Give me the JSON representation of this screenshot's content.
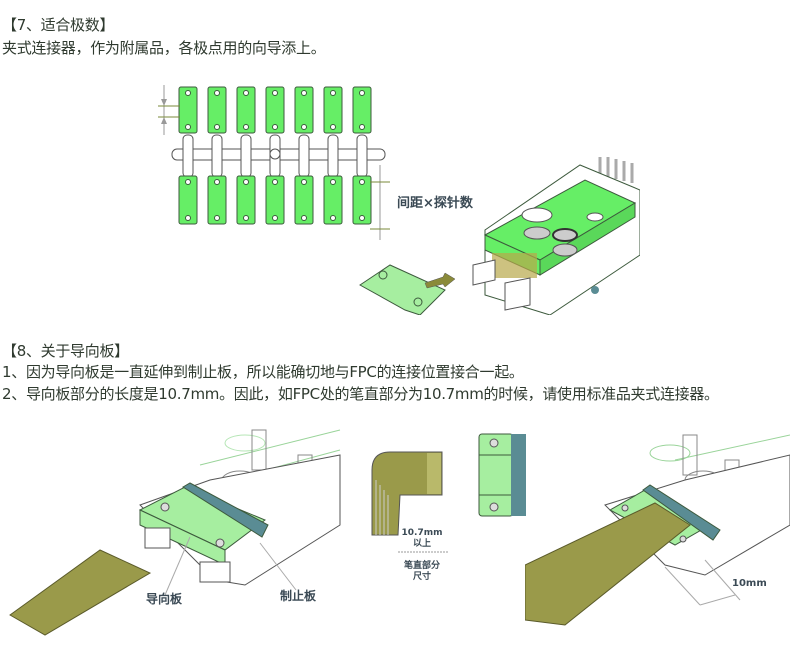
{
  "section7": {
    "heading": "【7、适合极数】",
    "text": "夹式连接器，作为附属品，各极点用的向导添上。",
    "figure": {
      "pitch_label": "间距×探针数",
      "top_row_count": 7,
      "bottom_row_count": 7
    }
  },
  "section8": {
    "heading": "【8、关于导向板】",
    "line1": "1、因为导向板是一直延伸到制止板，所以能确切地与FPC的连接位置接合一起。",
    "line2": "2、导向板部分的长度是10.7mm。因此，如FPC处的笔直部分为10.7mm的时候，请使用标准品夹式连接器。",
    "figure_left": {
      "guide_label": "导向板",
      "stopper_label": "制止板"
    },
    "figure_middle": {
      "dim_line1": "10.7mm",
      "dim_line2": "以上",
      "caption_line1": "笔直部分",
      "caption_line2": "尺寸"
    },
    "figure_right": {
      "dim_label": "10mm"
    }
  },
  "colors": {
    "green": "#66ee66",
    "light_green": "#a6eea0",
    "olive": "#9a9a4a",
    "steel": "#5a8c94",
    "outline": "#3d5a3d"
  }
}
